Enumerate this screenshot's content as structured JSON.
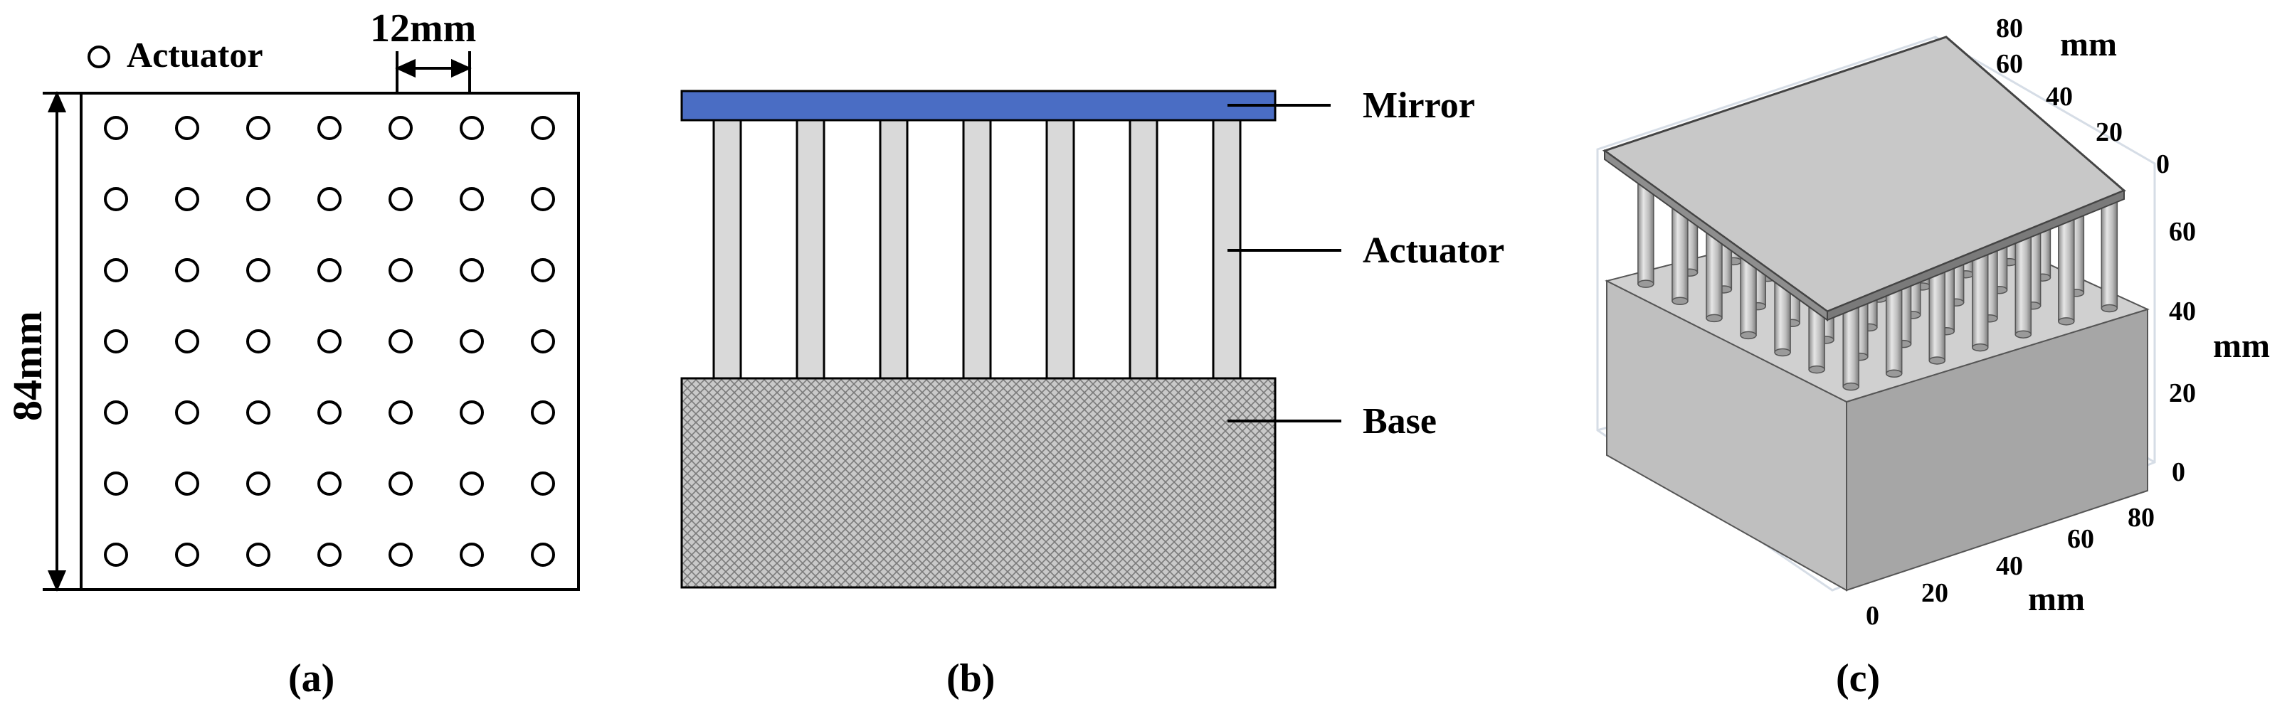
{
  "panel_a": {
    "legend_label": "Actuator",
    "pitch_label": "12mm",
    "size_label": "84mm",
    "grid": {
      "rows": 7,
      "cols": 7,
      "pitch_mm": 12,
      "size_mm": 84
    },
    "caption": "(a)"
  },
  "panel_b": {
    "mirror_label": "Mirror",
    "actuator_label": "Actuator",
    "base_label": "Base",
    "actuator_count": 7,
    "colors": {
      "mirror": "#4a6dc4",
      "actuator": "#d9d9d9",
      "base": "#c4c4c4"
    },
    "caption": "(b)"
  },
  "panel_c": {
    "unit_label": "mm",
    "top_axis_ticks": [
      "80",
      "60",
      "40",
      "20",
      "0"
    ],
    "vertical_axis_ticks": [
      "60",
      "40",
      "20",
      "0"
    ],
    "bottom_right_ticks": [
      "80",
      "60",
      "40",
      "20",
      "0"
    ],
    "caption": "(c)"
  }
}
